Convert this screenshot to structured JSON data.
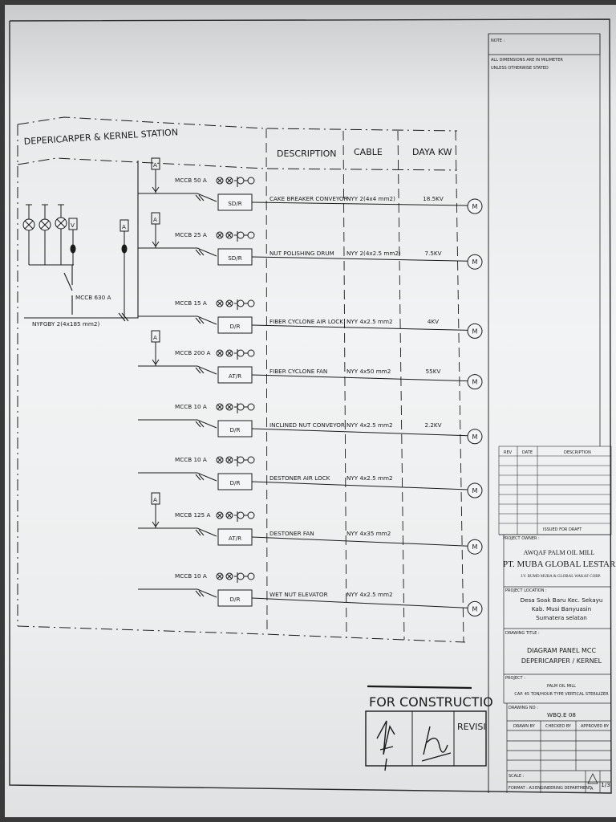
{
  "title": "DEPERICARPER & KERNEL STATION",
  "columns": {
    "description": "DESCRIPTION",
    "cable": "CABLE",
    "daya": "DAYA KW"
  },
  "incomer": {
    "breaker": "MCCB 630 A",
    "cable": "NYFGBY 2(4x185 mm2)",
    "voltmeter": "V",
    "ammeter": "A"
  },
  "feeders": [
    {
      "mccb": "MCCB 50 A",
      "starter": "SD/R",
      "description": "CAKE BREAKER CONVEYOR",
      "cable": "NYY 2(4x4 mm2)",
      "kw": "18.5KV",
      "ammeter": "A",
      "motor": "M"
    },
    {
      "mccb": "MCCB 25 A",
      "starter": "SD/R",
      "description": "NUT POLISHING DRUM",
      "cable": "NYY 2(4x2.5 mm2)",
      "kw": "7.5KV",
      "ammeter": "A",
      "motor": "M"
    },
    {
      "mccb": "MCCB 15 A",
      "starter": "D/R",
      "description": "FIBER CYCLONE AIR LOCK",
      "cable": "NYY 4x2.5 mm2",
      "kw": "4KV",
      "ammeter": "",
      "motor": "M"
    },
    {
      "mccb": "MCCB 200 A",
      "starter": "AT/R",
      "description": "FIBER CYCLONE FAN",
      "cable": "NYY 4x50 mm2",
      "kw": "55KV",
      "ammeter": "A",
      "motor": "M"
    },
    {
      "mccb": "MCCB 10 A",
      "starter": "D/R",
      "description": "INCLINED NUT CONVEYOR",
      "cable": "NYY 4x2.5 mm2",
      "kw": "2.2KV",
      "ammeter": "",
      "motor": "M"
    },
    {
      "mccb": "MCCB 10 A",
      "starter": "D/R",
      "description": "DESTONER AIR LOCK",
      "cable": "NYY 4x2.5 mm2",
      "kw": "",
      "ammeter": "",
      "motor": "M"
    },
    {
      "mccb": "MCCB 125 A",
      "starter": "AT/R",
      "description": "DESTONER FAN",
      "cable": "NYY 4x35 mm2",
      "kw": "",
      "ammeter": "A",
      "motor": "M"
    },
    {
      "mccb": "MCCB 10 A",
      "starter": "D/R",
      "description": "WET NUT ELEVATOR",
      "cable": "NYY 4x2.5 mm2",
      "kw": "",
      "ammeter": "",
      "motor": "M"
    }
  ],
  "note": {
    "label": "NOTE :",
    "text1": "ALL DIMENSIONS ARE IN MILIMETER",
    "text2": "UNLESS OTHERWISE STATED"
  },
  "revision_table": {
    "rev": "REV",
    "date": "DATE",
    "description": "DESCRIPTION",
    "issued": "ISSUED FOR DRAFT"
  },
  "project_owner": {
    "label": "PROJECT OWNER :",
    "line1": "AWQAF PALM OIL MILL",
    "line2": "PT. MUBA GLOBAL LESTARI",
    "line3": "J.V. BUMD MUBA & GLOBAL WAKAF CORP."
  },
  "project_location": {
    "label": "PROJECT LOCATION :",
    "line1": "Desa Soak Baru Kec. Sekayu",
    "line2": "Kab. Musi Banyuasin",
    "line3": "Sumatera selatan"
  },
  "drawing_title": {
    "label": "DRAWING TITLE :",
    "line1": "DIAGRAM PANEL MCC",
    "line2": "DEPERICARPER / KERNEL"
  },
  "project": {
    "label": "PROJECT :",
    "line1": "PALM OIL MILL",
    "line2": "CAP. 45 TON/HOUR TYPE VERTICAL STERILIZER"
  },
  "drawing_no": {
    "label": "DRAWING NO :",
    "value": "WBQ.E 08"
  },
  "signoff": {
    "drawn": "DRAWN BY",
    "checked": "CHECKED BY",
    "approved": "APPROVED BY"
  },
  "footer": {
    "scale": "SCALE :",
    "format": "FORMAT : A3",
    "department": "ENGINEERING DEPARTMENT",
    "rev_mark": "A",
    "sheet": "1/3"
  },
  "stamp": {
    "text": "FOR CONSTRUCTIO",
    "revision": "REVISI"
  }
}
